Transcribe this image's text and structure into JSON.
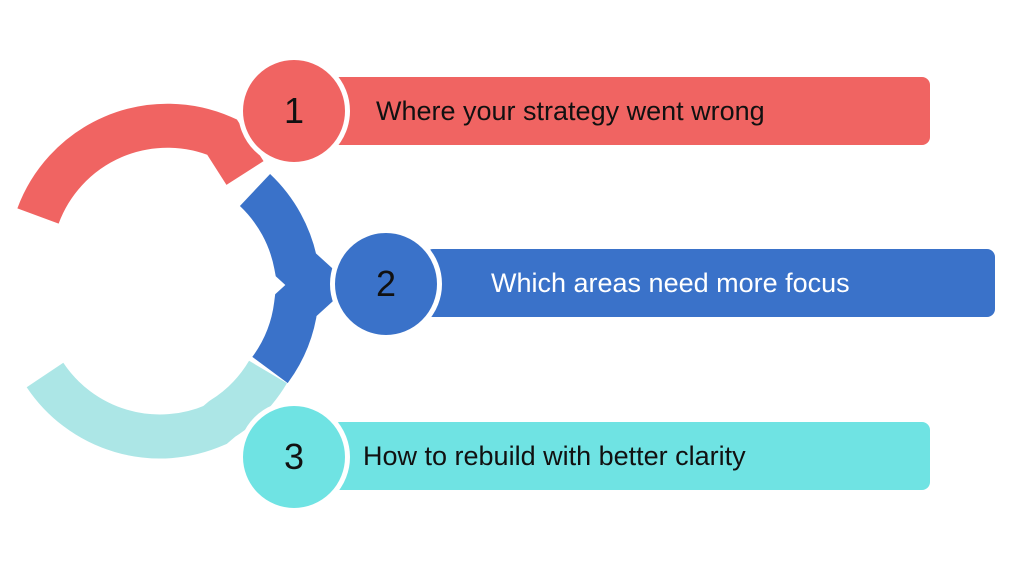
{
  "colors": {
    "step1": "#f06462",
    "step2": "#3a72c9",
    "step3": "#6fe3e3",
    "step3_arc": "#ace6e6"
  },
  "steps": [
    {
      "number": "1",
      "text": "Where your strategy went wrong"
    },
    {
      "number": "2",
      "text": "Which areas need more focus"
    },
    {
      "number": "3",
      "text": "How to rebuild with better clarity"
    }
  ]
}
